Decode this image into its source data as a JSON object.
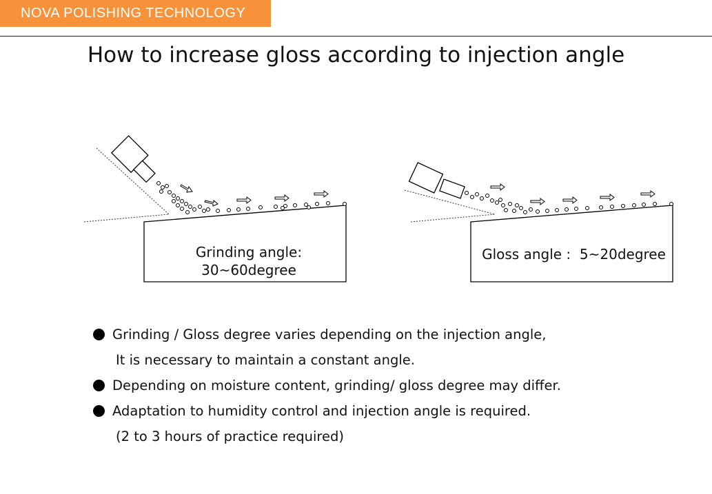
{
  "header": {
    "brand": "NOVA POLISHING TECHNOLOGY",
    "brand_color": "#f7923a"
  },
  "title": "How to increase gloss according to injection angle",
  "diagrams": [
    {
      "label_line1": "Grinding angle:",
      "label_line2": "30~60degree"
    },
    {
      "label": "Gloss angle :  5~20degree"
    }
  ],
  "bullets": [
    {
      "text": "Grinding / Gloss degree varies depending on the injection angle,",
      "cont": "It is necessary to maintain a constant angle."
    },
    {
      "text": "Depending on moisture content, grinding/ gloss degree may differ."
    },
    {
      "text": "Adaptation to humidity control and injection angle is required.",
      "cont": "(2 to 3 hours of practice required)"
    }
  ]
}
